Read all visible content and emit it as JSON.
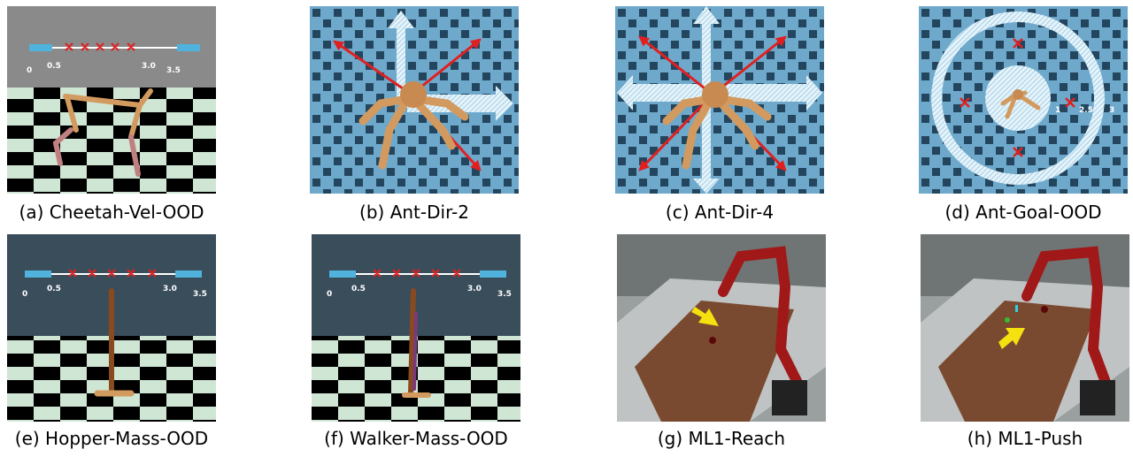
{
  "panels": [
    {
      "caption": "(a) Cheetah-Vel-OOD",
      "ticks": [
        "0",
        "0.5",
        "3.0",
        "3.5"
      ]
    },
    {
      "caption": "(b) Ant-Dir-2"
    },
    {
      "caption": "(c) Ant-Dir-4"
    },
    {
      "caption": "(d) Ant-Goal-OOD",
      "ticks": [
        "1",
        "2.5",
        "3"
      ]
    },
    {
      "caption": "(e) Hopper-Mass-OOD",
      "ticks": [
        "0",
        "0.5",
        "3.0",
        "3.5"
      ]
    },
    {
      "caption": "(f) Walker-Mass-OOD",
      "ticks": [
        "0",
        "0.5",
        "3.0",
        "3.5"
      ]
    },
    {
      "caption": "(g) ML1-Reach"
    },
    {
      "caption": "(h) ML1-Push"
    }
  ],
  "colors": {
    "robot": "#d39a5f",
    "target": "#e02020",
    "floor_blue": "#6aa7c9",
    "arm": "#a01818"
  }
}
